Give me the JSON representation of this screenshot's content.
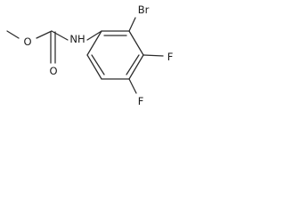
{
  "molecule": {
    "atoms": {
      "carbonyl_oxygen": "O",
      "ester_oxygen": "O",
      "amine": "NH",
      "bromine": "Br",
      "fluorine_3": "F",
      "fluorine_4": "F"
    },
    "colors": {
      "bond": "#2b2b2b",
      "label": "#1a1a1a",
      "background": "#ffffff"
    }
  }
}
